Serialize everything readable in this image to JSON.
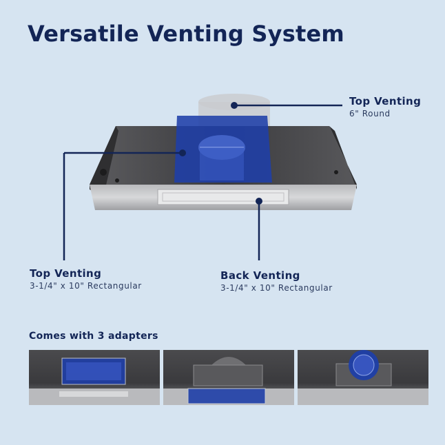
{
  "title": "Versatile Venting System",
  "callouts": [
    {
      "title": "Top Venting",
      "subtitle": "6\" Round"
    },
    {
      "title": "Top Venting",
      "subtitle": "3-1/4\" x 10\" Rectangular"
    },
    {
      "title": "Back Venting",
      "subtitle": "3-1/4\" x 10\" Rectangular"
    }
  ],
  "adapters_heading": "Comes with 3 adapters",
  "colors": {
    "background": "#d6e4f1",
    "accent_blue": "#1f3fa8",
    "text_navy": "#132556"
  }
}
